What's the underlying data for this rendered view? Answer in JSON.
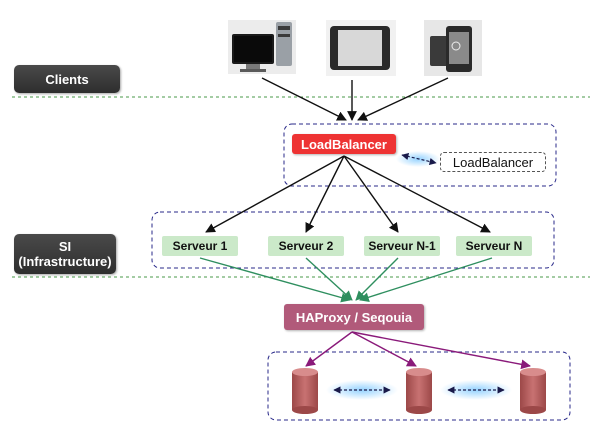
{
  "layers": {
    "clients": "Clients",
    "si_line1": "SI",
    "si_line2": "(Infrastructure)"
  },
  "load_balancer": {
    "primary": "LoadBalancer",
    "secondary": "LoadBalancer"
  },
  "servers": [
    "Serveur 1",
    "Serveur 2",
    "Serveur N-1",
    "Serveur N"
  ],
  "proxy": "HAProxy / Seqouia",
  "devices": [
    "desktop-monitor-icon",
    "tablet-icon",
    "smartphone-icon"
  ],
  "databases": [
    "database-icon",
    "database-icon",
    "database-icon"
  ],
  "colors": {
    "separator": "#4a9a4a",
    "group_border": "#2a2a8a",
    "load_balancer": "#ee3333",
    "server_fill": "#cbe9c9",
    "proxy_fill": "#b15a7a",
    "server_arrow": "#2f8f5f",
    "db_arrow": "#8a1a7a",
    "db_fill": "#b86060"
  }
}
